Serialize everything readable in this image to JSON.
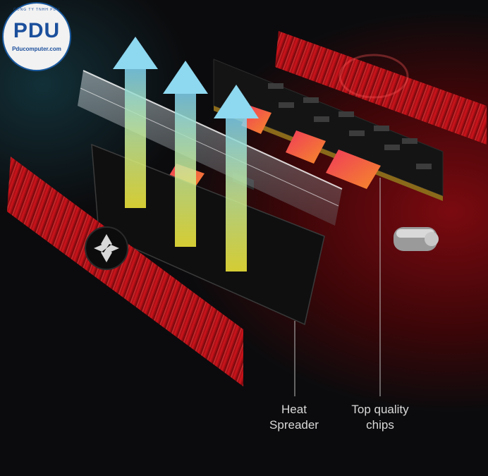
{
  "watermark": {
    "mark": "PDU",
    "url": "Pducomputer.com",
    "ring_text": "CÔNG TY TNHH PDU"
  },
  "callouts": {
    "heat_spreader": {
      "line1": "Heat",
      "line2": "Spreader"
    },
    "chips": {
      "line1": "Top quality",
      "line2": "chips"
    }
  },
  "colors": {
    "heatsink_red": "#c0121a",
    "arrow_top": "#8ed8f0",
    "arrow_bottom": "#f2e93a",
    "heat_strip": "#f0305a",
    "background": "#0b0b0d"
  }
}
